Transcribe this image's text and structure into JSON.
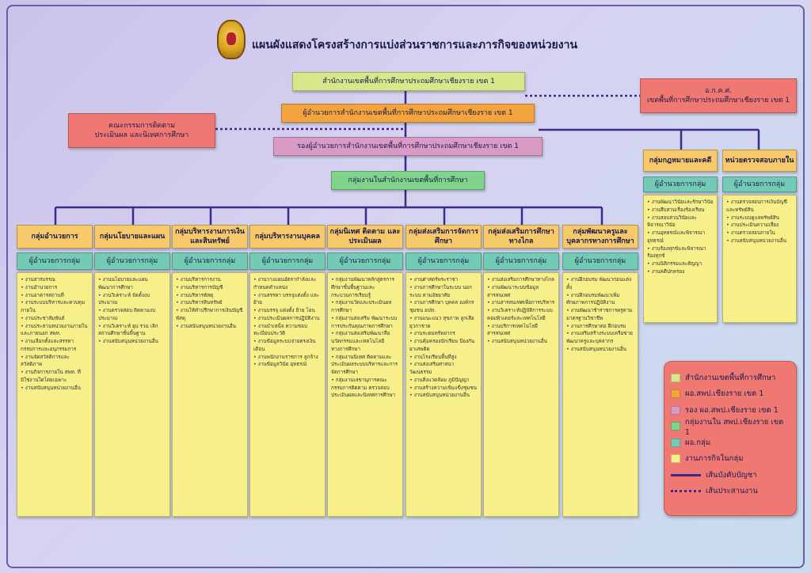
{
  "title": "แผนผังแสดงโครงสร้างการแบ่งส่วนราชการและภารกิจของหน่วยงาน",
  "top": {
    "office": "สำนักงานเขตพื้นที่การศึกษาประถมศึกษาเชียงราย เขต 1",
    "director": "ผู้อำนวยการสำนักงานเขตพื้นที่การศึกษาประถมศึกษาเชียงราย เขต 1",
    "deputy": "รองผู้อำนวยการสำนักงานเขตพื้นที่การศึกษาประถมศึกษาเชียงราย เขต 1",
    "groups": "กลุ่มงานในสำนักงานเขตพื้นที่การศึกษา",
    "otp": "อ.ก.ค.ศ.\nเขตพื้นที่การศึกษาประถมศึกษาเชียงราย เขต 1",
    "committee": "คณะกรรมการติดตาม\nประเมินผล และนิเทศการศึกษา"
  },
  "side_units": [
    {
      "header": "กลุ่มกฎหมายและคดี",
      "sub": "ผู้อำนวยการกลุ่ม",
      "items": [
        "งานพัฒนาวินัยและรักษาวินัย",
        "งานสืบสวนเรื่องร้องเรียน",
        "งานสอบสวนวินัยและพิจารณาวินัย",
        "งานอุทธรณ์และพิจารณาอุทธรณ์",
        "งานร้องทุกข์และพิจารณาร้องทุกข์",
        "งานนิติกรรมและสัญญา",
        "งานคดีปกครอง"
      ]
    },
    {
      "header": "หน่วยตรวจสอบภายใน",
      "sub": "ผู้อำนวยการกลุ่ม",
      "items": [
        "งานตรวจสอบการเงินบัญชีและทรัพย์สิน",
        "งานระบบดูแลทรัพย์สิน",
        "งานประเมินความเสี่ยง",
        "งานตรวจสอบภายใน",
        "งานสนับสนุนหน่วยงานอื่น"
      ]
    }
  ],
  "groups": [
    {
      "header": "กลุ่มอำนวยการ",
      "sub": "ผู้อำนวยการกลุ่ม",
      "items": [
        "งานสารบรรณ",
        "งานอำนวยการ",
        "งานอาคารสถานที่",
        "งานระบบบริหารและควบคุมภายใน",
        "งานประชาสัมพันธ์",
        "งานประสานหน่วยงานภายในและภายนอก สพท.",
        "งานเลือกตั้งและสรรหากรรมการและอนุกรรมการ",
        "งานจัดสวัสดิการและสวัสดิภาพ",
        "งานกิจการภายใน สพท. ที่มิใช่งานใดโดยเฉพาะ",
        "งานสนับสนุนหน่วยงานอื่น"
      ]
    },
    {
      "header": "กลุ่มนโยบายและแผน",
      "sub": "ผู้อำนวยการกลุ่ม",
      "items": [
        "งานนโยบายและแผนพัฒนาการศึกษา",
        "งานวิเคราะห์ จัดตั้งงบประมาณ",
        "งานตรวจสอบ ติดตามงบประมาณ",
        "งานวิเคราะห์ ยุบ รวม เลิกสถานศึกษาขั้นพื้นฐาน",
        "งานสนับสนุนหน่วยงานอื่น"
      ]
    },
    {
      "header": "กลุ่มบริหารงานการเงินและสินทรัพย์",
      "sub": "ผู้อำนวยการกลุ่ม",
      "items": [
        "งานบริหารการงาน",
        "งานบริหารการบัญชี",
        "งานบริหารพัสดุ",
        "งานบริหารสินทรัพย์",
        "งานให้คำปรึกษาการเงินบัญชี พัสดุ",
        "งานสนับสนุนหน่วยงานอื่น"
      ]
    },
    {
      "header": "กลุ่มบริหารงานบุคคล",
      "sub": "ผู้อำนวยการกลุ่ม",
      "items": [
        "งานวางแผนอัตรากำลังและกำหนดตำแหน่ง",
        "งานสรรหา บรรจุแต่งตั้ง และย้าย",
        "งานบรรจุ แต่งตั้ง ย้าย โอน",
        "งานประเมินผลการปฏิบัติงาน",
        "งานบำเหน็จ ความชอบ ทะเบียนประวัติ",
        "งานข้อมูลระบบจ่ายตรงเงินเดือน",
        "งานพนักงานราชการ ลูกจ้าง",
        "งานข้อมูลวินัย อุทธรณ์"
      ]
    },
    {
      "header": "กลุ่มนิเทศ ติดตาม และประเมินผล",
      "sub": "ผู้อำนวยการกลุ่ม",
      "items": [
        "กลุ่มงานพัฒนาหลักสูตรการศึกษาขั้นพื้นฐานและกระบวนการเรียนรู้",
        "กลุ่มงานวัดและประเมินผลการศึกษา",
        "กลุ่มงานส่งเสริม พัฒนาระบบการประกันคุณภาพการศึกษา",
        "กลุ่มงานส่งเสริมพัฒนาสื่อนวัตกรรมและเทคโนโลยีทางการศึกษา",
        "กลุ่มงานนิเทศ ติดตามและประเมินผลระบบบริหารและการจัดการศึกษา",
        "กลุ่มงานเลขานุการคณะกรรมการติดตาม ตรวจสอบ ประเมินผลและนิเทศการศึกษา"
      ]
    },
    {
      "header": "กลุ่มส่งเสริมการจัดการศึกษา",
      "sub": "ผู้อำนวยการกลุ่ม",
      "items": [
        "งานศาสตร์พระราชา",
        "งานการศึกษาในระบบ นอกระบบ ตามอัธยาศัย",
        "งานการศึกษา บุคคล องค์กรชุมชน อปท.",
        "งานแนะแนว สุขภาพ ลูกเสือ ยุวกาชาด",
        "งานระดมทรัพยากร",
        "งานคุ้มครองนักเรียน ป้องกันยาเสพติด",
        "งานโรงเรียนพื้นที่สูง",
        "งานส่งเสริมศาสนา วัฒนธรรม",
        "งานสิ่งแวดล้อม ภูมิปัญญา",
        "งานสร้างความเข้มแข็งชุมชน",
        "งานสนับสนุนหน่วยงานอื่น"
      ]
    },
    {
      "header": "กลุ่มส่งเสริมการศึกษาทางไกล",
      "sub": "ผู้อำนวยการกลุ่ม",
      "items": [
        "งานส่งเสริมการศึกษาทางไกล",
        "งานพัฒนาระบบข้อมูลสารสนเทศ",
        "งานสารสนเทศเพื่อการบริหาร",
        "งานวิเคราะห์ปฏิบัติการระบบคอมพิวเตอร์และเทคโนโลยี",
        "งานบริการเทคโนโลยีสารสนเทศ",
        "งานสนับสนุนหน่วยงานอื่น"
      ]
    },
    {
      "header": "กลุ่มพัฒนาครูและบุคลากรทางการศึกษา",
      "sub": "ผู้อำนวยการกลุ่ม",
      "items": [
        "งานฝึกอบรม พัฒนาก่อนแต่งตั้ง",
        "งานฝึกอบรมพัฒนาเพิ่มศักยภาพการปฏิบัติงาน",
        "งานพัฒนาข้าราชการครูตามมาตรฐานวิชาชีพ",
        "งานการศึกษาต่อ ฝึกอบรม",
        "งานเสริมสร้างระบบเครือข่าย พัฒนาครูและบุคลากร",
        "งานสนับสนุนหน่วยงานอื่น"
      ]
    }
  ],
  "legend": [
    {
      "label": "สำนักงานเขตพื้นที่การศึกษา",
      "color": "#d6e88a"
    },
    {
      "label": "ผอ.สพป.เชียงราย เขต 1",
      "color": "#f3a43c"
    },
    {
      "label": "รอง ผอ.สพป.เชียงราย เขต 1",
      "color": "#d99bc6"
    },
    {
      "label": "กลุ่มงานใน สพป.เชียงราย เขต 1",
      "color": "#7fd38a"
    },
    {
      "label": "ผอ.กลุ่ม",
      "color": "#74cbb5"
    },
    {
      "label": "งานภารกิจในกลุ่ม",
      "color": "#f7ef8a"
    },
    {
      "label": "เส้นบังคับบัญชา",
      "line": "solid"
    },
    {
      "label": "เส้นประสานงาน",
      "line": "dotted"
    }
  ],
  "line_color": "#3d2a8c"
}
